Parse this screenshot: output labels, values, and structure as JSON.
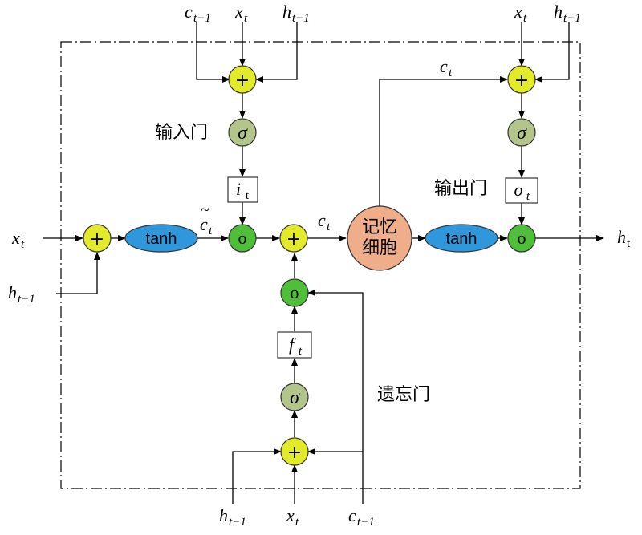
{
  "colors": {
    "sum_node": "#e2ea2a",
    "mult_node": "#4fbf3a",
    "sigma_node": "#b3c58a",
    "tanh_node": "#2f97dc",
    "memory_cell": "#f0ad8a"
  },
  "labels": {
    "input_gate": "输入门",
    "output_gate": "输出门",
    "forget_gate": "遗忘门",
    "memory_cell_line1": "记忆",
    "memory_cell_line2": "细胞",
    "tanh": "tanh",
    "sigma": "σ",
    "plus": "+",
    "mult": "o",
    "x": "x",
    "h": "h",
    "c": "c",
    "i": "i",
    "o": "o",
    "f": "f",
    "sub_t": "t",
    "sub_t_minus_1": "t−1",
    "c_tilde": "~"
  }
}
